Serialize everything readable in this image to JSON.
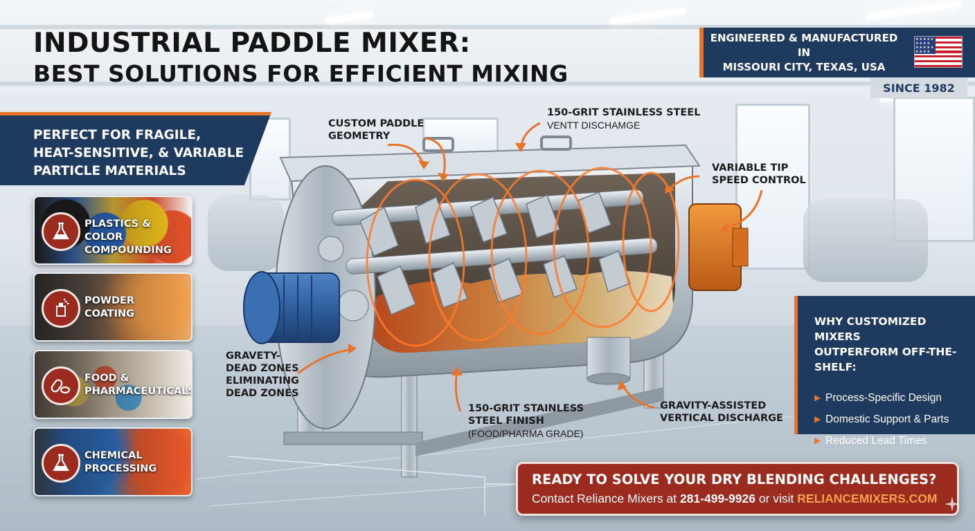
{
  "title": {
    "line1": "INDUSTRIAL PADDLE MIXER:",
    "line2": "BEST SOLUTIONS FOR EFFICIENT MIXING"
  },
  "badge": {
    "line1": "ENGINEERED & MANUFACTURED IN",
    "line2": "MISSOURI CITY, TEXAS, USA",
    "since": "SINCE 1982",
    "flag_icon": "us-flag-icon"
  },
  "perfect_for": {
    "line1": "PERFECT FOR FRAGILE,",
    "line2": "HEAT-SENSITIVE, & VARIABLE",
    "line3": "PARTICLE MATERIALS"
  },
  "applications": [
    {
      "line1": "PLASTICS & COLOR",
      "line2": "COMPOUNDING",
      "icon": "flask-icon"
    },
    {
      "line1": "POWDER",
      "line2": "COATING",
      "icon": "spray-gun-icon"
    },
    {
      "line1": "FOOD &",
      "line2": "PHARMACEUTICALS",
      "icon": "pill-icon"
    },
    {
      "line1": "CHEMICAL",
      "line2": "PROCESSING",
      "icon": "flask-icon"
    }
  ],
  "callouts": {
    "paddle": {
      "line1": "CUSTOM PADDLE",
      "line2": "GEOMETRY"
    },
    "vent": {
      "line1": "150-GRIT STAINLESS STEEL",
      "line2": "VENTT DISCHAMGE"
    },
    "tip_speed": {
      "line1": "VARIABLE TIP",
      "line2": "SPEED CONTROL"
    },
    "dead_zones": {
      "line1": "GRAVETY-",
      "line2": "DEAD ZONES",
      "line3": "ELIMINATING",
      "line4": "DEAD ZONES"
    },
    "finish": {
      "line1": "150-GRIT STAINLESS",
      "line2": "STEEL FINISH",
      "line3": "(FOOD/PHARMA GRADE)"
    },
    "discharge": {
      "line1": "GRAVITY-ASSISTED",
      "line2": "VERTICAL DISCHARGE"
    }
  },
  "why": {
    "heading_line1": "WHY CUSTOMIZED MIXERS",
    "heading_line2": "OUTPERFORM OFF-THE-SHELF:",
    "items": [
      "Process-Specific Design",
      "Domestic Support & Parts",
      "Reduced Lead Times"
    ]
  },
  "cta": {
    "heading": "READY TO SOLVE YOUR DRY BLENDING CHALLENGES?",
    "prefix": "Contact Reliance Mixers at ",
    "phone": "281-499-9926",
    "middle": " or visit ",
    "link": "RELIANCEMIXERS.COM"
  },
  "colors": {
    "navy": "#1e3a5f",
    "accent_orange": "#e8742a",
    "cta_red": "#9b2a1f",
    "motor_blue": "#2f5f9e",
    "gearbox_orange": "#e07a22"
  }
}
